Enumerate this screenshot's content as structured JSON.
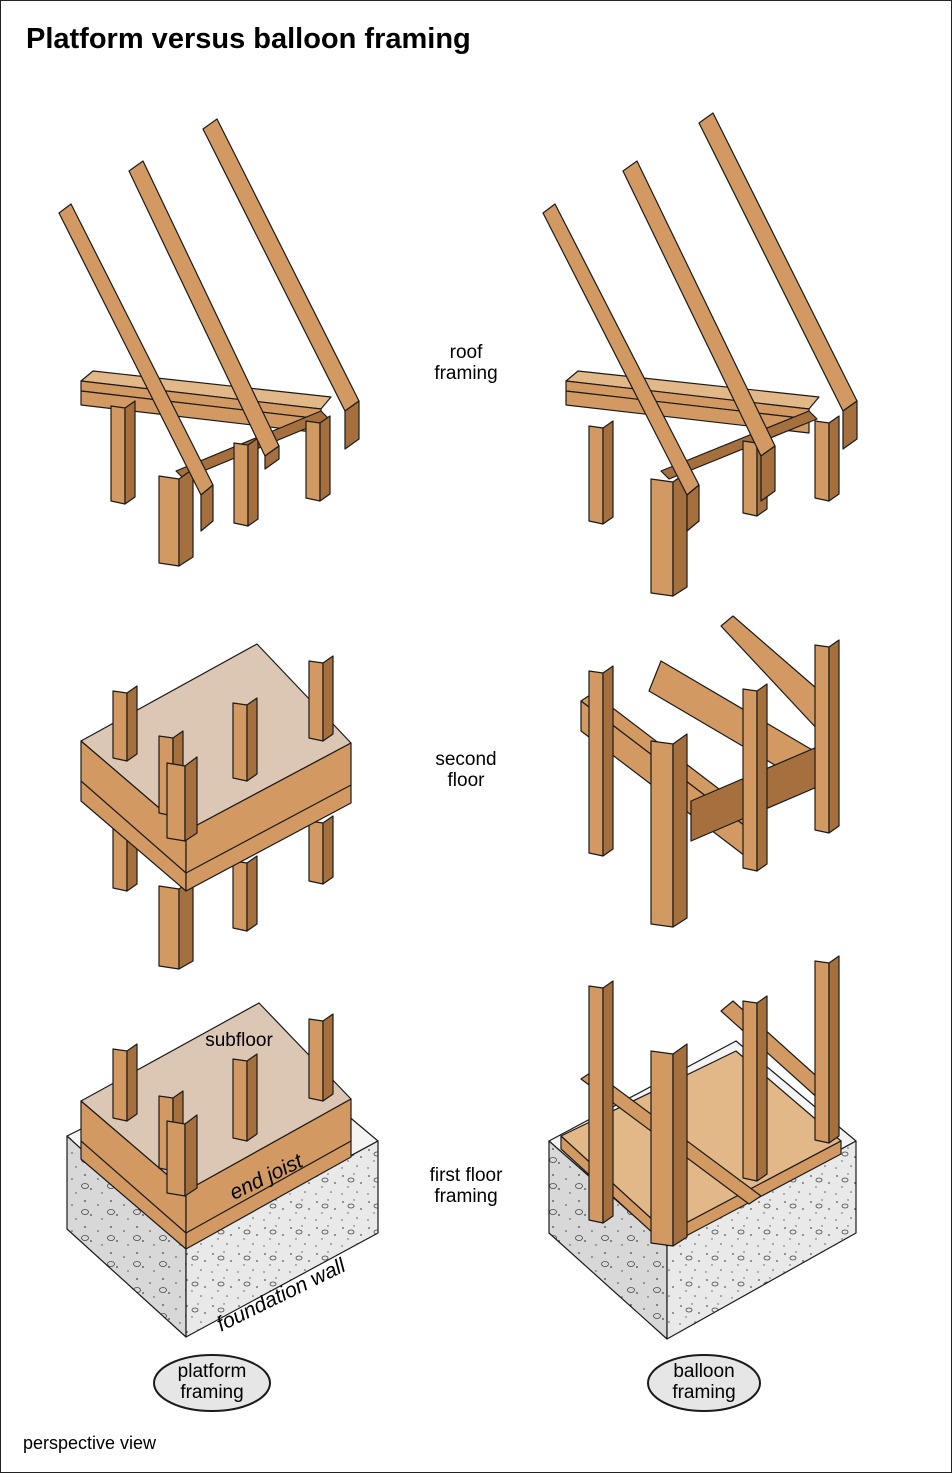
{
  "title": "Platform versus balloon framing",
  "footer": "perspective view",
  "levels": {
    "roof": "roof\nframing",
    "second": "second\nfloor",
    "first": "first floor\nframing"
  },
  "callouts": {
    "subfloor": "subfloor",
    "end_joist": "end joist",
    "foundation_wall": "foundation wall"
  },
  "badges": {
    "platform": [
      "platform",
      "framing"
    ],
    "balloon": [
      "balloon",
      "framing"
    ]
  },
  "colors": {
    "wood_face": "#D29A62",
    "wood_top": "#E2B888",
    "wood_dark": "#A66F3E",
    "subfloor": "#DCC7B4",
    "concrete": "#E9E9E9",
    "badge_fill": "#E6E6E6",
    "outline": "#1A1A1A"
  }
}
